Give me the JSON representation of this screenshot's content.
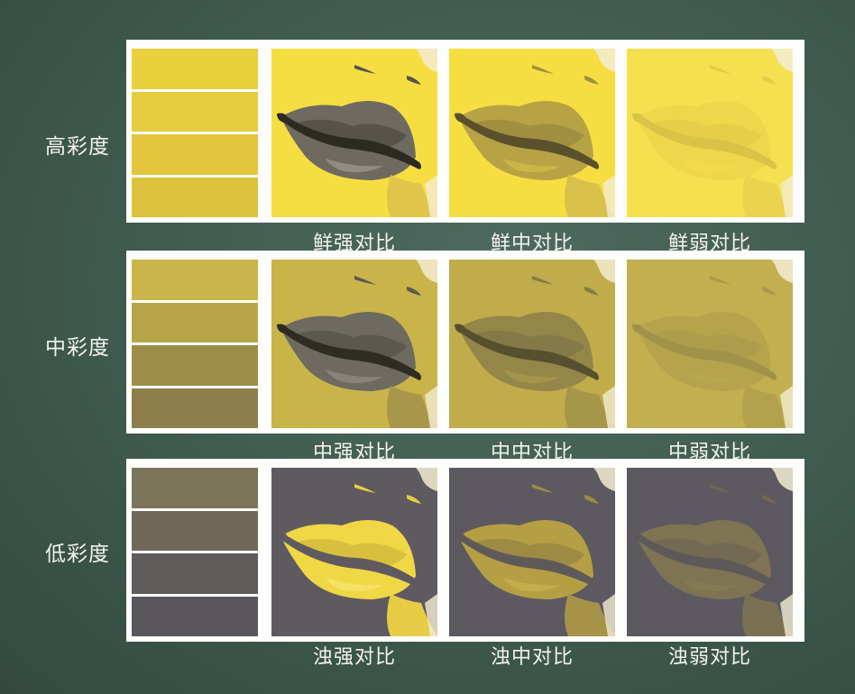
{
  "rows": [
    {
      "label": "高彩度",
      "swatches": [
        "#e9cf3c",
        "#e7cc3f",
        "#e3c63d",
        "#dcc13c"
      ],
      "images": [
        {
          "caption": "鲜强对比",
          "bg": "#f6de42",
          "lip1": "#6f6a5f",
          "lip2": "#57534a",
          "line": "#2d2a22",
          "hl": "#9a958a",
          "chin": "#e1c54a",
          "brow": "#57534a"
        },
        {
          "caption": "鲜中对比",
          "bg": "#f6de42",
          "lip1": "#b7a245",
          "lip2": "#a08f3e",
          "line": "#5a512c",
          "hl": "#d0bb46",
          "chin": "#d9c04a",
          "brow": "#a08f3e"
        },
        {
          "caption": "鲜弱对比",
          "bg": "#f5e04f",
          "lip1": "#efd74b",
          "lip2": "#e6cf48",
          "line": "#d8c347",
          "hl": "#f2db4c",
          "chin": "#ebd44d",
          "brow": "#e3cc48"
        }
      ]
    },
    {
      "label": "中彩度",
      "swatches": [
        "#c9b54a",
        "#b6a548",
        "#9c8e48",
        "#8b7e4b"
      ],
      "images": [
        {
          "caption": "中强对比",
          "bg": "#c9b449",
          "lip1": "#6e6a60",
          "lip2": "#5b584f",
          "line": "#2f2c24",
          "hl": "#8e897e",
          "chin": "#a8974a",
          "brow": "#5b584f"
        },
        {
          "caption": "中中对比",
          "bg": "#c0ac4a",
          "lip1": "#948648",
          "lip2": "#857a47",
          "line": "#57502f",
          "hl": "#a89949",
          "chin": "#a69649",
          "brow": "#857a47"
        },
        {
          "caption": "中弱对比",
          "bg": "#c2af50",
          "lip1": "#b5a44c",
          "lip2": "#ad9d4b",
          "line": "#a1924a",
          "hl": "#b8a74d",
          "chin": "#b3a24d",
          "brow": "#a99a4b"
        }
      ]
    },
    {
      "label": "低彩度",
      "swatches": [
        "#7c7458",
        "#6f6859",
        "#615c5c",
        "#59565c"
      ],
      "images": [
        {
          "caption": "浊强对比",
          "bg": "#5f5a60",
          "lip1": "#efd746",
          "lip2": "#d8c03e",
          "line": "#5f5a60",
          "hl": "#f6e46a",
          "chin": "#e6cd45",
          "brow": "#e6cd45"
        },
        {
          "caption": "浊中对比",
          "bg": "#5d5960",
          "lip1": "#b59f45",
          "lip2": "#9d8b44",
          "line": "#5f5a5a",
          "hl": "#c7b14d",
          "chin": "#a69348",
          "brow": "#9d8b44"
        },
        {
          "caption": "浊弱对比",
          "bg": "#5d5960",
          "lip1": "#7e7352",
          "lip2": "#736a54",
          "line": "#5d5959",
          "hl": "#857a52",
          "chin": "#7a7053",
          "brow": "#706852"
        }
      ]
    }
  ]
}
